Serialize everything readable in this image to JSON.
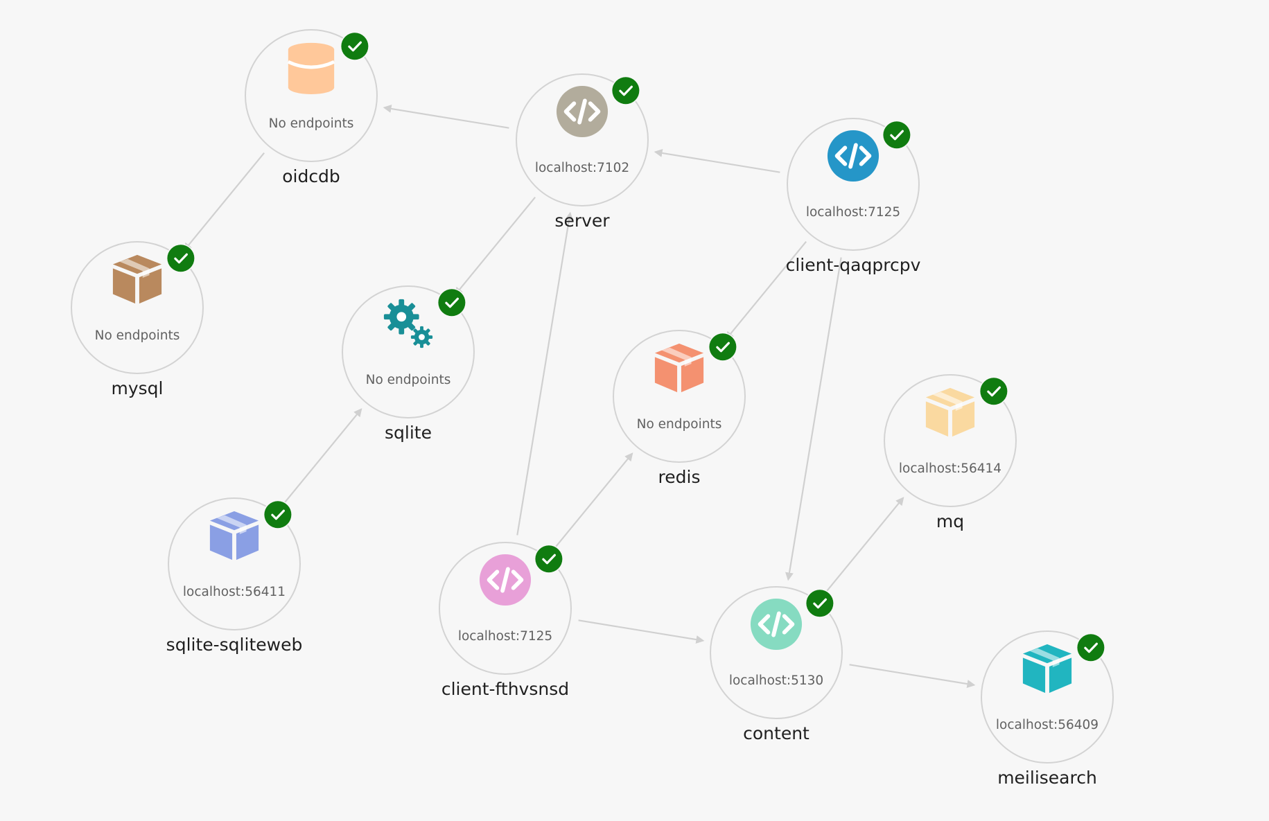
{
  "colors": {
    "background": "#f7f7f7",
    "ring": "#d3d3d3",
    "edge": "#d0d0d0",
    "status_ok": "#107c10"
  },
  "nodes": [
    {
      "id": "oidcdb",
      "name": "oidcdb",
      "endpoint": "No endpoints",
      "icon": "database-icon",
      "color": "#ffc89a",
      "status": "running"
    },
    {
      "id": "server",
      "name": "server",
      "endpoint": "localhost:7102",
      "icon": "code-icon",
      "color": "#b2ac9c",
      "status": "running"
    },
    {
      "id": "client-qaqprcpv",
      "name": "client-qaqprcpv",
      "endpoint": "localhost:7125",
      "icon": "code-icon",
      "color": "#2596c8",
      "status": "running"
    },
    {
      "id": "mysql",
      "name": "mysql",
      "endpoint": "No endpoints",
      "icon": "package-icon",
      "color": "#b9895e",
      "status": "running"
    },
    {
      "id": "sqlite",
      "name": "sqlite",
      "endpoint": "No endpoints",
      "icon": "gears-icon",
      "color": "#198f97",
      "status": "running"
    },
    {
      "id": "redis",
      "name": "redis",
      "endpoint": "No endpoints",
      "icon": "package-icon",
      "color": "#f49170",
      "status": "running"
    },
    {
      "id": "mq",
      "name": "mq",
      "endpoint": "localhost:56414",
      "icon": "package-icon",
      "color": "#fad9a0",
      "status": "running"
    },
    {
      "id": "sqlite-sqliteweb",
      "name": "sqlite-sqliteweb",
      "endpoint": "localhost:56411",
      "icon": "package-icon",
      "color": "#8a9fe4",
      "status": "running"
    },
    {
      "id": "client-fthvsnsd",
      "name": "client-fthvsnsd",
      "endpoint": "localhost:7125",
      "icon": "code-icon",
      "color": "#e8a0d8",
      "status": "running"
    },
    {
      "id": "content",
      "name": "content",
      "endpoint": "localhost:5130",
      "icon": "code-icon",
      "color": "#86dbc1",
      "status": "running"
    },
    {
      "id": "meilisearch",
      "name": "meilisearch",
      "endpoint": "localhost:56409",
      "icon": "package-icon",
      "color": "#21b5c0",
      "status": "running"
    }
  ],
  "edges": [
    {
      "from": "server",
      "to": "oidcdb"
    },
    {
      "from": "oidcdb",
      "to": "mysql"
    },
    {
      "from": "client-qaqprcpv",
      "to": "server"
    },
    {
      "from": "server",
      "to": "sqlite"
    },
    {
      "from": "client-fthvsnsd",
      "to": "server"
    },
    {
      "from": "client-qaqprcpv",
      "to": "redis"
    },
    {
      "from": "client-qaqprcpv",
      "to": "content"
    },
    {
      "from": "sqlite-sqliteweb",
      "to": "sqlite"
    },
    {
      "from": "client-fthvsnsd",
      "to": "redis"
    },
    {
      "from": "client-fthvsnsd",
      "to": "content"
    },
    {
      "from": "content",
      "to": "mq"
    },
    {
      "from": "content",
      "to": "meilisearch"
    }
  ]
}
